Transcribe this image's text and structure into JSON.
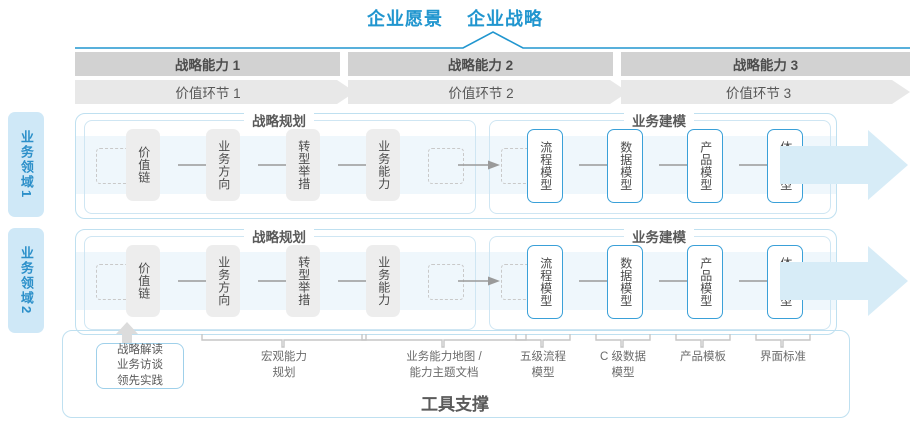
{
  "header": {
    "titles": [
      "企业愿景",
      "企业战略"
    ],
    "accent_color": "#2196cf"
  },
  "capabilities": [
    {
      "label": "战略能力 1"
    },
    {
      "label": "战略能力 2"
    },
    {
      "label": "战略能力 3"
    }
  ],
  "value_stages": [
    {
      "label": "价值环节 1"
    },
    {
      "label": "价值环节 2"
    },
    {
      "label": "价值环节 3"
    }
  ],
  "domains": [
    {
      "label": "业务领域",
      "number": "1"
    },
    {
      "label": "业务领域",
      "number": "2"
    }
  ],
  "groups": {
    "planning_title": "战略规划",
    "modeling_title": "业务建模"
  },
  "planning_nodes": [
    {
      "label": "价值链"
    },
    {
      "label": "业务方向"
    },
    {
      "label": "转型举措"
    },
    {
      "label": "业务能力"
    }
  ],
  "modeling_nodes": [
    {
      "label": "流程模型"
    },
    {
      "label": "数据模型"
    },
    {
      "label": "产品模型"
    },
    {
      "label": "体验模型"
    }
  ],
  "tool_support": {
    "title": "工具支撑",
    "first_box": [
      "战略解读",
      "业务访谈",
      "领先实践"
    ],
    "labels": [
      {
        "line1": "宏观能力",
        "line2": "规划"
      },
      {
        "line1": "业务能力地图 /",
        "line2": "能力主题文档"
      },
      {
        "line1": "五级流程",
        "line2": "模型"
      },
      {
        "line1": "C 级数据",
        "line2": "模型"
      },
      {
        "line1": "产品模板",
        "line2": ""
      },
      {
        "line1": "界面标准",
        "line2": ""
      }
    ]
  },
  "colors": {
    "accent": "#2196cf",
    "bar_grey": "#d2d2d2",
    "chev_grey": "#e8e8e8",
    "band_blue": "#eff7fc",
    "node_grey": "#ededed",
    "node_blue_border": "#3aa0d8",
    "tab_blue": "#cfe8f7"
  }
}
